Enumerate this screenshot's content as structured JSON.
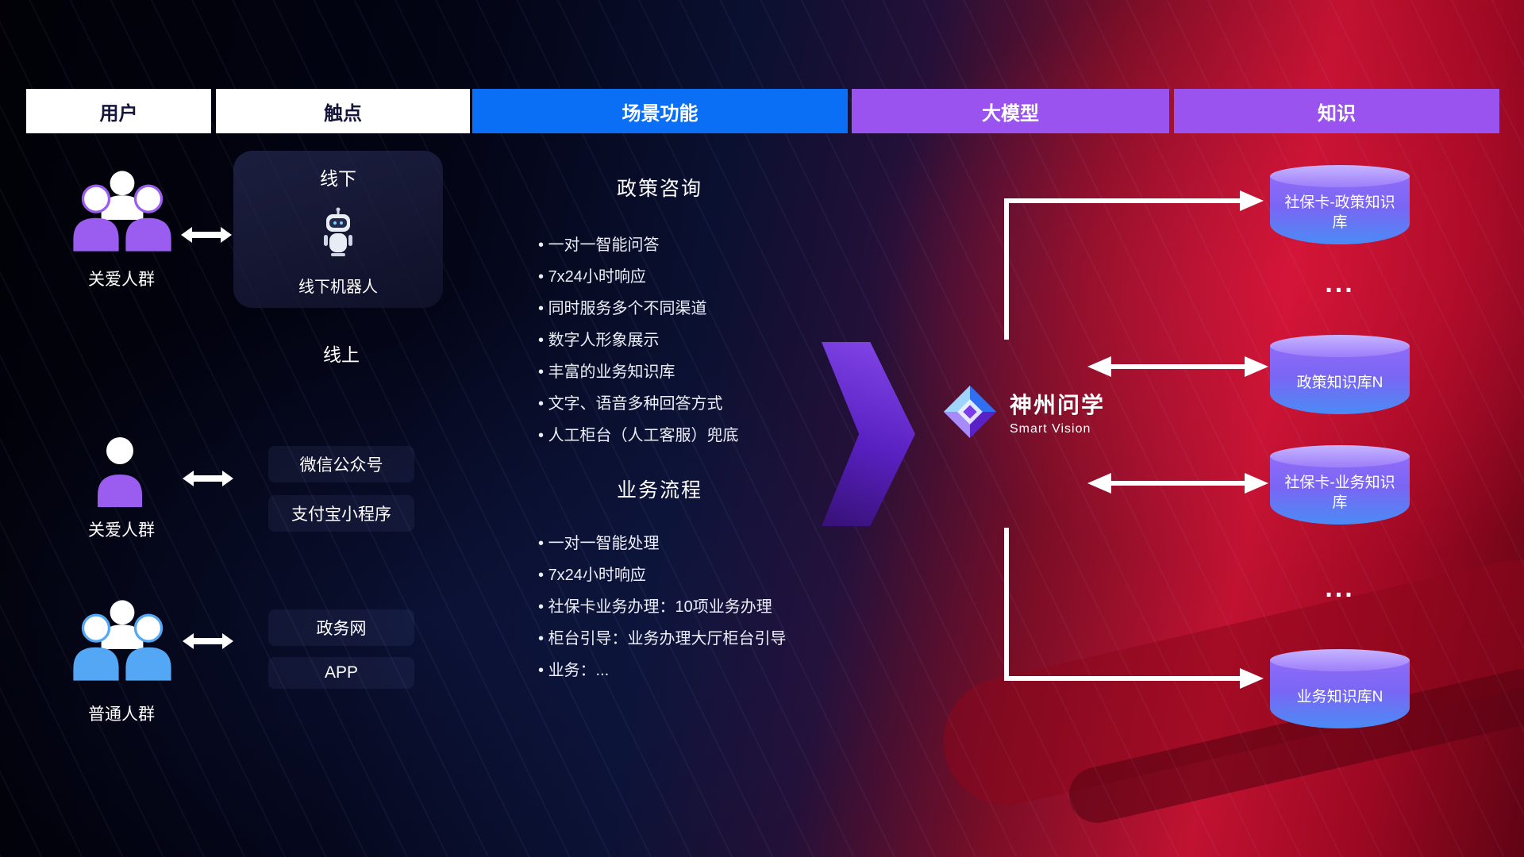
{
  "colors": {
    "header_blue": "#0b6ff5",
    "header_purple": "#9b53f0",
    "background_navy": "#0a1030",
    "background_red": "#c11231",
    "cylinder_purple_top": "#9d7efa",
    "cylinder_blue_bottom": "#4b8bf5",
    "big_arrow_purple": "#5b21c9",
    "people_purple": "#9b5cf0",
    "people_blue": "#54a7f5",
    "arrow_white": "#ffffff"
  },
  "headers": {
    "user": "用户",
    "touchpoint": "触点",
    "scenario": "场景功能",
    "model": "大模型",
    "knowledge": "知识"
  },
  "users": [
    {
      "label": "关爱人群"
    },
    {
      "label": "关爱人群"
    },
    {
      "label": "普通人群"
    }
  ],
  "touchpoints": {
    "offline_title": "线下",
    "offline_robot_label": "线下机器人",
    "online_title": "线上",
    "channels": [
      "微信公众号",
      "支付宝小程序",
      "政务网",
      "APP"
    ]
  },
  "scenarios": [
    {
      "title": "政策咨询",
      "items": [
        "一对一智能问答",
        "7x24小时响应",
        "同时服务多个不同渠道",
        "数字人形象展示",
        "丰富的业务知识库",
        "文字、语音多种回答方式",
        "人工柜台（人工客服）兜底"
      ]
    },
    {
      "title": "业务流程",
      "items": [
        "一对一智能处理",
        "7x24小时响应",
        "社保卡业务办理：10项业务办理",
        "柜台引导：业务办理大厅柜台引导",
        "业务：..."
      ]
    }
  ],
  "model": {
    "name": "神州问学",
    "subtitle": "Smart Vision"
  },
  "knowledge": {
    "cylinders": [
      "社保卡-政策知识库",
      "政策知识库N",
      "社保卡-业务知识库",
      "业务知识库N"
    ],
    "ellipsis_top": "...",
    "ellipsis_bottom": "..."
  }
}
